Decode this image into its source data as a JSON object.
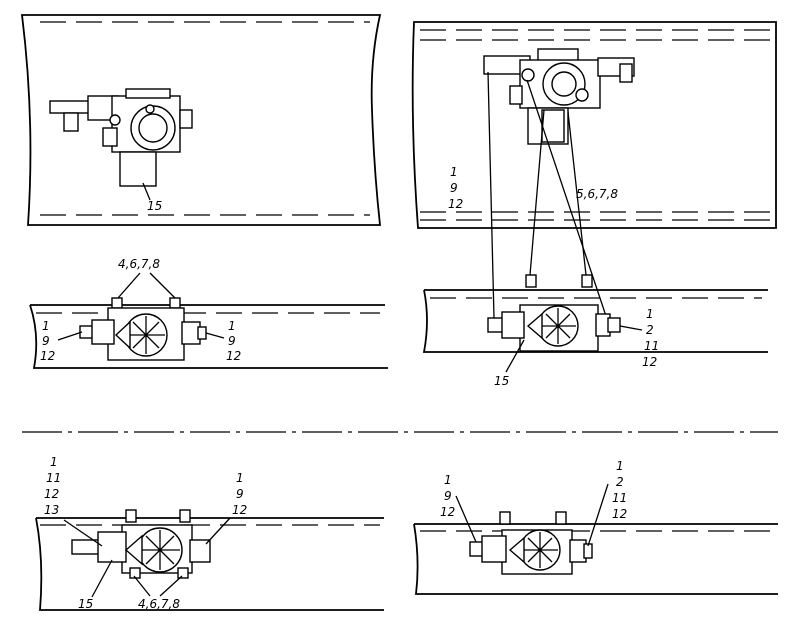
{
  "views": {
    "top_left": {
      "callouts": [
        "15"
      ]
    },
    "top_right": {
      "callouts": [
        "1",
        "9",
        "12",
        "5,6,7,8"
      ]
    },
    "mid_left": {
      "callouts": [
        "4,6,7,8",
        "1",
        "9",
        "12",
        "1",
        "9",
        "12"
      ]
    },
    "mid_right": {
      "callouts": [
        "1",
        "2",
        "11",
        "12",
        "15"
      ]
    },
    "bot_left": {
      "callouts": [
        "1",
        "11",
        "12",
        "13",
        "1",
        "9",
        "12",
        "15",
        "4,6,7,8"
      ]
    },
    "bot_right": {
      "callouts": [
        "1",
        "9",
        "12",
        "1",
        "2",
        "11",
        "12"
      ]
    }
  }
}
